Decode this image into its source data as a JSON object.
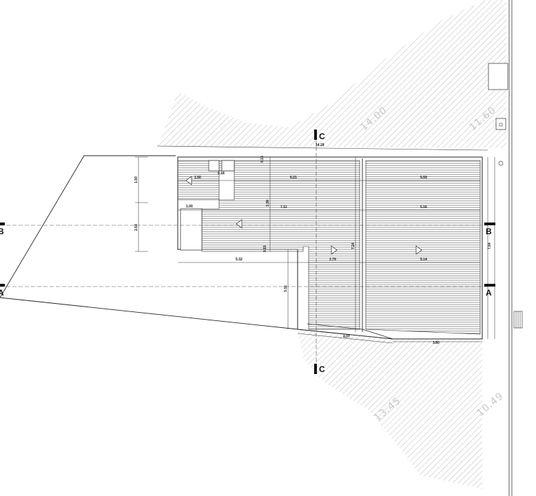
{
  "sections": {
    "c_top": "C",
    "c_bottom": "C",
    "b_left": "B",
    "b_right": "B",
    "a_left": "A",
    "a_right": "A"
  },
  "dimensions": {
    "overall_width": "14.29",
    "top_small": "0.15",
    "left_1": "1.50",
    "mid_small": "0.18",
    "span_621": "6.21",
    "span_559": "5.59",
    "left_2": "1.00",
    "span_711": "7.11",
    "span_516": "5.16",
    "vert_339": "3.39",
    "vert_264": "2.64",
    "vert_015": "0.15",
    "span_532": "5.32",
    "span_279": "2.79",
    "span_514": "5.14",
    "vert_724": "7.24",
    "vert_784": "7.84",
    "vert_332": "3.32",
    "span_407": "4.07",
    "span_380": "3.80"
  },
  "elevations": {
    "top_mid": "14.00",
    "top_right": "11.60",
    "bottom_mid": "13.45",
    "bottom_right": "10.49"
  },
  "colors": {
    "line": "#222222",
    "hatch": "#b9b9b9",
    "roof_hatch": "#6e6e6e",
    "elevation_text": "#c8c8c8"
  }
}
